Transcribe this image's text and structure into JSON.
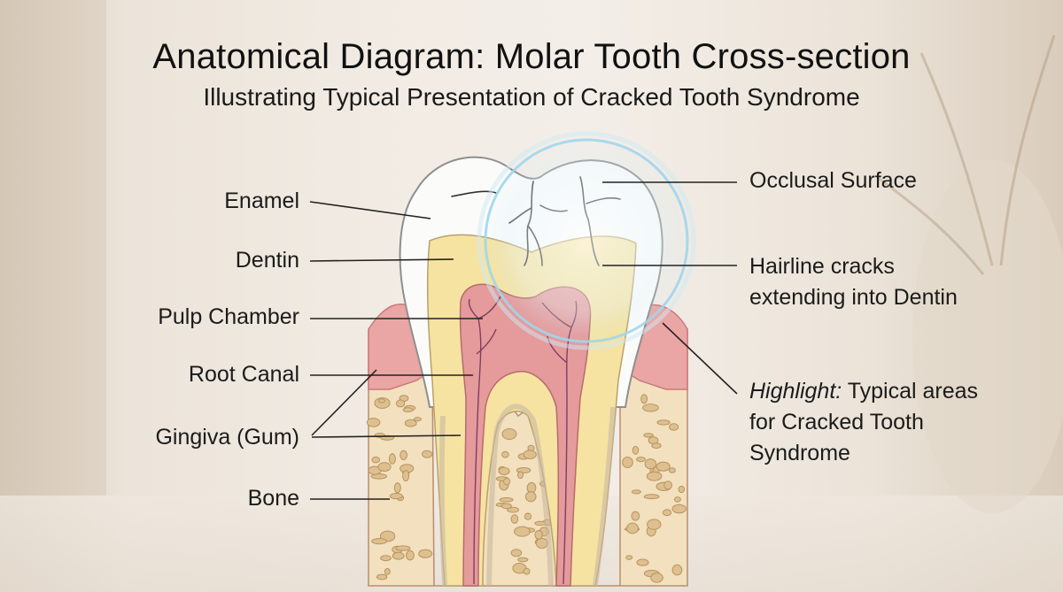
{
  "title": "Anatomical Diagram: Molar Tooth Cross-section",
  "subtitle": "Illustrating Typical Presentation of Cracked Tooth Syndrome",
  "labels_left": {
    "enamel": "Enamel",
    "dentin": "Dentin",
    "pulp_chamber": "Pulp Chamber",
    "root_canal": "Root Canal",
    "gingiva": "Gingiva (Gum)",
    "bone": "Bone"
  },
  "labels_right": {
    "occlusal_surface": "Occlusal Surface",
    "hairline_cracks_line1": "Hairline cracks",
    "hairline_cracks_line2": "extending into Dentin",
    "highlight_prefix": "Highlight:",
    "highlight_rest_line1": "Typical areas",
    "highlight_line2": "for Cracked Tooth",
    "highlight_line3": "Syndrome"
  },
  "colors": {
    "enamel": "#fbfbfa",
    "dentin": "#f6e3a2",
    "pulp": "#e59b9b",
    "gingiva": "#eaa6a4",
    "bone": "#f2e0be",
    "bone_spots": "#ddc08e",
    "glow": "#9fd6ee",
    "leader_line": "#222222"
  }
}
